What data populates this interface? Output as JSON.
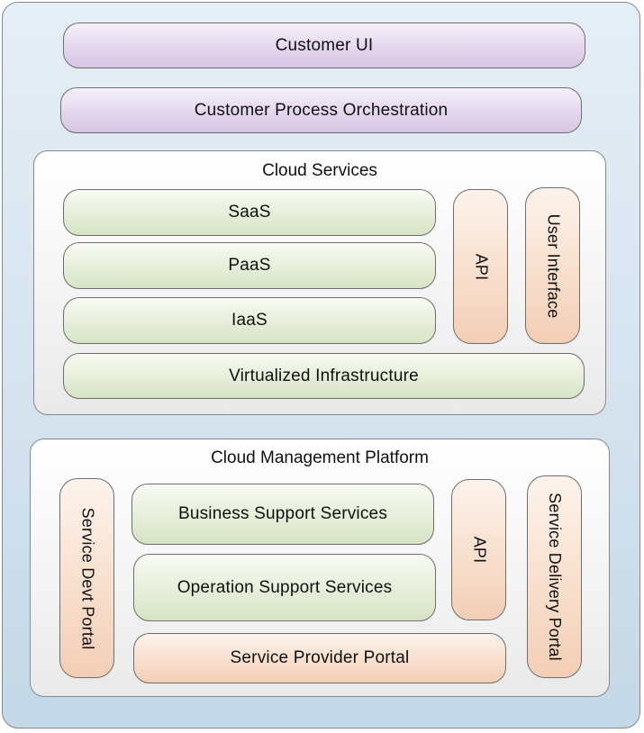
{
  "customer_ui": "Customer UI",
  "customer_process_orchestration": "Customer Process Orchestration",
  "cloud_services": {
    "title": "Cloud Services",
    "saas": "SaaS",
    "paas": "PaaS",
    "iaas": "IaaS",
    "virtualized_infrastructure": "Virtualized Infrastructure",
    "api": "API",
    "user_interface": "User Interface"
  },
  "cloud_management_platform": {
    "title": "Cloud Management Platform",
    "service_devt_portal": "Service Devt Portal",
    "business_support_services": "Business Support Services",
    "operation_support_services": "Operation Support Services",
    "service_provider_portal": "Service Provider Portal",
    "api": "API",
    "service_delivery_portal": "Service Delivery Portal"
  },
  "colors": {
    "background_outer": "#d7e4ef",
    "purple_box": "#e4d7ee",
    "green_box": "#e6eed9",
    "orange_box": "#f8dfcd",
    "panel": "#f3f3f3"
  }
}
